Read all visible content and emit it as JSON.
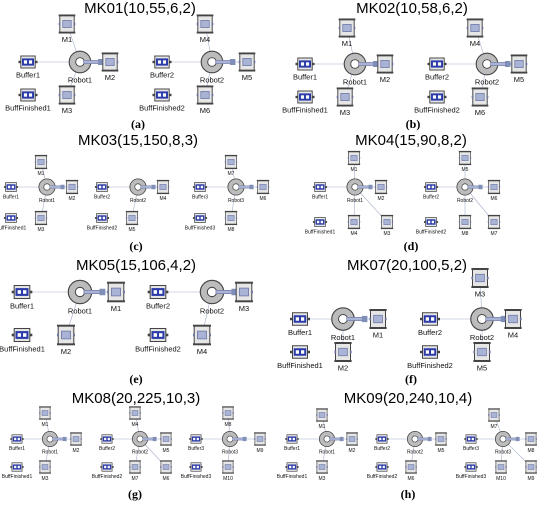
{
  "panels": [
    {
      "id": "a",
      "title": "MK01(10,55,6,2)",
      "caption": "(a)",
      "nodes": [
        {
          "type": "machine",
          "label": "M1"
        },
        {
          "type": "machine",
          "label": "M4"
        },
        {
          "type": "buffer",
          "label": "Buffer1"
        },
        {
          "type": "robot",
          "label": "Robot1"
        },
        {
          "type": "machine",
          "label": "M2"
        },
        {
          "type": "buffer",
          "label": "Buffer2"
        },
        {
          "type": "robot",
          "label": "Robot2"
        },
        {
          "type": "machine",
          "label": "M5"
        },
        {
          "type": "buffer",
          "label": "BuffFinished1"
        },
        {
          "type": "machine",
          "label": "M3"
        },
        {
          "type": "buffer",
          "label": "BuffFinished2"
        },
        {
          "type": "machine",
          "label": "M6"
        }
      ]
    },
    {
      "id": "b",
      "title": "MK02(10,58,6,2)",
      "caption": "(b)",
      "nodes": [
        {
          "type": "machine",
          "label": "M1"
        },
        {
          "type": "machine",
          "label": "M4"
        },
        {
          "type": "buffer",
          "label": "Buffer1"
        },
        {
          "type": "robot",
          "label": "Robot1"
        },
        {
          "type": "machine",
          "label": "M2"
        },
        {
          "type": "buffer",
          "label": "Buffer2"
        },
        {
          "type": "robot",
          "label": "Robot2"
        },
        {
          "type": "machine",
          "label": "M5"
        },
        {
          "type": "buffer",
          "label": "BuffFinished1"
        },
        {
          "type": "machine",
          "label": "M3"
        },
        {
          "type": "buffer",
          "label": "BuffFinished2"
        },
        {
          "type": "machine",
          "label": "M6"
        }
      ]
    },
    {
      "id": "c",
      "title": "MK03(15,150,8,3)",
      "caption": "(c)",
      "nodes": [
        {
          "type": "machine",
          "label": "M1"
        },
        {
          "type": "machine",
          "label": "M7"
        },
        {
          "type": "buffer",
          "label": "Buffer1"
        },
        {
          "type": "robot",
          "label": "Robot1"
        },
        {
          "type": "machine",
          "label": "M2"
        },
        {
          "type": "buffer",
          "label": "Buffer2"
        },
        {
          "type": "robot",
          "label": "Robot2"
        },
        {
          "type": "machine",
          "label": "M4"
        },
        {
          "type": "buffer",
          "label": "Buffer3"
        },
        {
          "type": "robot",
          "label": "Robot3"
        },
        {
          "type": "machine",
          "label": "M6"
        },
        {
          "type": "buffer",
          "label": "BuffFinished1"
        },
        {
          "type": "machine",
          "label": "M3"
        },
        {
          "type": "buffer",
          "label": "BuffFinished2"
        },
        {
          "type": "machine",
          "label": "M5"
        },
        {
          "type": "buffer",
          "label": "BuffFinished3"
        },
        {
          "type": "machine",
          "label": "M8"
        }
      ]
    },
    {
      "id": "d",
      "title": "MK04(15,90,8,2)",
      "caption": "(d)",
      "nodes": [
        {
          "type": "machine",
          "label": "M1"
        },
        {
          "type": "machine",
          "label": "M5"
        },
        {
          "type": "buffer",
          "label": "Buffer1"
        },
        {
          "type": "robot",
          "label": "Robot1"
        },
        {
          "type": "machine",
          "label": "M2"
        },
        {
          "type": "buffer",
          "label": "Buffer2"
        },
        {
          "type": "robot",
          "label": "Robot2"
        },
        {
          "type": "machine",
          "label": "M6"
        },
        {
          "type": "buffer",
          "label": "BuffFinished1"
        },
        {
          "type": "machine",
          "label": "M4"
        },
        {
          "type": "machine",
          "label": "M3"
        },
        {
          "type": "buffer",
          "label": "BuffFinished2"
        },
        {
          "type": "machine",
          "label": "M8"
        },
        {
          "type": "machine",
          "label": "M7"
        }
      ]
    },
    {
      "id": "e",
      "title": "MK05(15,106,4,2)",
      "caption": "(e)",
      "nodes": [
        {
          "type": "buffer",
          "label": "Buffer1"
        },
        {
          "type": "robot",
          "label": "Robot1"
        },
        {
          "type": "machine",
          "label": "M1"
        },
        {
          "type": "buffer",
          "label": "Buffer2"
        },
        {
          "type": "robot",
          "label": "Robot2"
        },
        {
          "type": "machine",
          "label": "M3"
        },
        {
          "type": "buffer",
          "label": "BuffFinished1"
        },
        {
          "type": "machine",
          "label": "M2"
        },
        {
          "type": "buffer",
          "label": "BuffFinished2"
        },
        {
          "type": "machine",
          "label": "M4"
        }
      ]
    },
    {
      "id": "f",
      "title": "MK07(20,100,5,2)",
      "caption": "(f)",
      "nodes": [
        {
          "type": "machine",
          "label": "M3"
        },
        {
          "type": "buffer",
          "label": "Buffer1"
        },
        {
          "type": "robot",
          "label": "Robot1"
        },
        {
          "type": "machine",
          "label": "M1"
        },
        {
          "type": "buffer",
          "label": "Buffer2"
        },
        {
          "type": "robot",
          "label": "Robot2"
        },
        {
          "type": "machine",
          "label": "M4"
        },
        {
          "type": "buffer",
          "label": "BuffFinished1"
        },
        {
          "type": "machine",
          "label": "M2"
        },
        {
          "type": "buffer",
          "label": "BuffFinished2"
        },
        {
          "type": "machine",
          "label": "M5"
        }
      ]
    },
    {
      "id": "g",
      "title": "MK08(20,225,10,3)",
      "caption": "(g)",
      "nodes": [
        {
          "type": "machine",
          "label": "M1"
        },
        {
          "type": "machine",
          "label": "M4"
        },
        {
          "type": "machine",
          "label": "M8"
        },
        {
          "type": "buffer",
          "label": "Buffer1"
        },
        {
          "type": "robot",
          "label": "Robot1"
        },
        {
          "type": "machine",
          "label": "M2"
        },
        {
          "type": "buffer",
          "label": "Buffer2"
        },
        {
          "type": "robot",
          "label": "Robot2"
        },
        {
          "type": "machine",
          "label": "M5"
        },
        {
          "type": "buffer",
          "label": "Buffer3"
        },
        {
          "type": "robot",
          "label": "Robot3"
        },
        {
          "type": "machine",
          "label": "M9"
        },
        {
          "type": "buffer",
          "label": "BuffFinished1"
        },
        {
          "type": "machine",
          "label": "M3"
        },
        {
          "type": "buffer",
          "label": "BuffFinished2"
        },
        {
          "type": "machine",
          "label": "M7"
        },
        {
          "type": "machine",
          "label": "M6"
        },
        {
          "type": "buffer",
          "label": "BuffFinished3"
        },
        {
          "type": "machine",
          "label": "M10"
        }
      ]
    },
    {
      "id": "h",
      "title": "MK09(20,240,10,4)",
      "caption": "(h)",
      "nodes": [
        {
          "type": "machine",
          "label": "M1"
        },
        {
          "type": "machine",
          "label": "M7"
        },
        {
          "type": "buffer",
          "label": "Buffer1"
        },
        {
          "type": "robot",
          "label": "Robot1"
        },
        {
          "type": "machine",
          "label": "M2"
        },
        {
          "type": "buffer",
          "label": "Buffer2"
        },
        {
          "type": "robot",
          "label": "Robot2"
        },
        {
          "type": "machine",
          "label": "M5"
        },
        {
          "type": "buffer",
          "label": "Buffer3"
        },
        {
          "type": "robot",
          "label": "Robot3"
        },
        {
          "type": "machine",
          "label": "M8"
        },
        {
          "type": "buffer",
          "label": "BuffFinished1"
        },
        {
          "type": "machine",
          "label": "M3"
        },
        {
          "type": "buffer",
          "label": "BuffFinished2"
        },
        {
          "type": "machine",
          "label": "M6"
        },
        {
          "type": "buffer",
          "label": "BuffFinished3"
        },
        {
          "type": "machine",
          "label": "M10"
        },
        {
          "type": "machine",
          "label": "M9"
        }
      ]
    }
  ],
  "colors": {
    "buffer_fill": "#2a3aa8",
    "buffer_port": "#ffffff",
    "machine_fill": "#a9b3d6",
    "box_outline": "#444444",
    "box_bg": "#e6e6e6",
    "robot_fill": "#bcbcbc",
    "robot_hub": "#ffffff",
    "link": "#7f8fb8"
  }
}
